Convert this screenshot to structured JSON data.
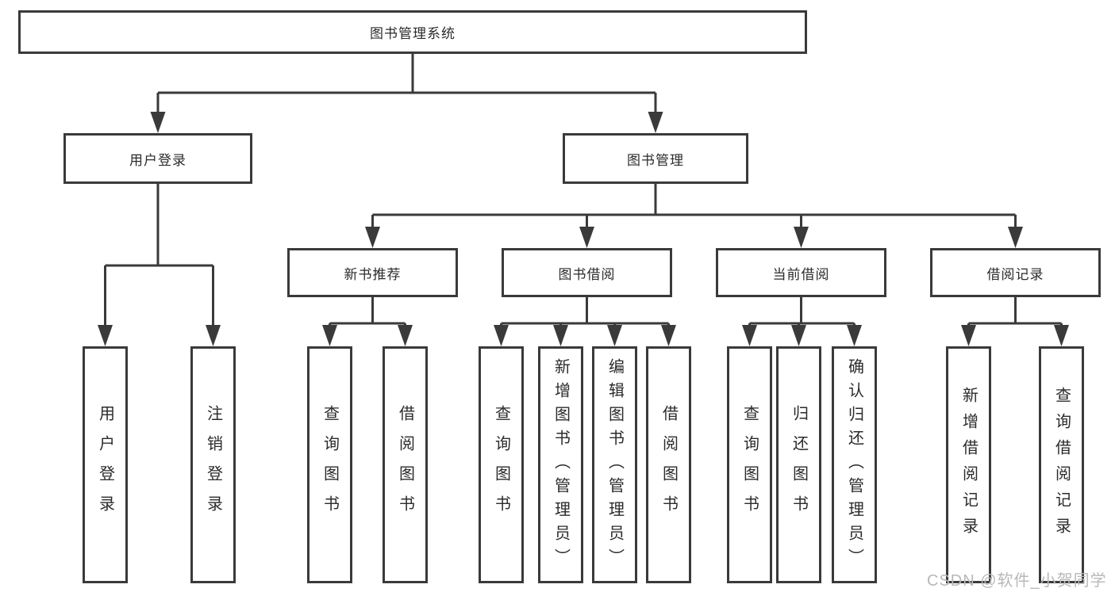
{
  "tree": {
    "root": {
      "label": "图书管理系统",
      "children": [
        {
          "label": "用户登录",
          "children": [
            {
              "label": "用户登录"
            },
            {
              "label": "注销登录"
            }
          ]
        },
        {
          "label": "图书管理",
          "children": [
            {
              "label": "新书推荐",
              "children": [
                {
                  "label": "查询图书"
                },
                {
                  "label": "借阅图书"
                }
              ]
            },
            {
              "label": "图书借阅",
              "children": [
                {
                  "label": "查询图书"
                },
                {
                  "label": "新增图书（管理员）"
                },
                {
                  "label": "编辑图书（管理员）"
                },
                {
                  "label": "借阅图书"
                }
              ]
            },
            {
              "label": "当前借阅",
              "children": [
                {
                  "label": "查询图书"
                },
                {
                  "label": "归还图书"
                },
                {
                  "label": "确认归还（管理员）"
                }
              ]
            },
            {
              "label": "借阅记录",
              "children": [
                {
                  "label": "新增借阅记录"
                },
                {
                  "label": "查询借阅记录"
                }
              ]
            }
          ]
        }
      ]
    }
  },
  "watermark": {
    "text": "CSDN @软件_小贺同学"
  },
  "colors": {
    "line": "#3a3a3a",
    "text": "#2b2b2b",
    "watermark": "#b8b8b8"
  }
}
